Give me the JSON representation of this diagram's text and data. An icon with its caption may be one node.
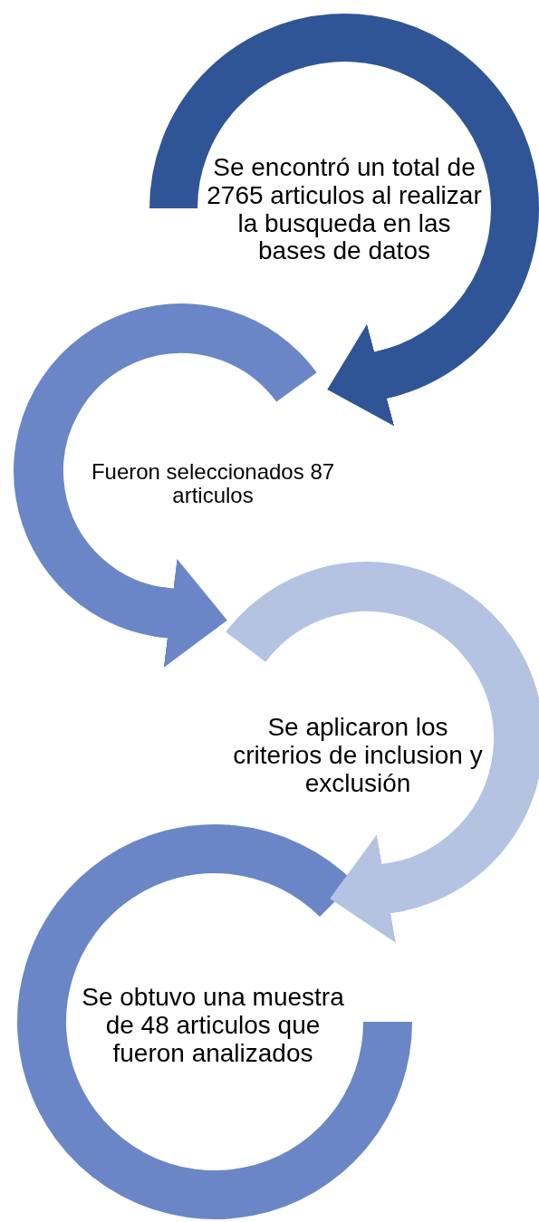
{
  "diagram": {
    "nodes": [
      {
        "text": [
          "Se encontró un total de 2765 articulos al realizar la busqueda en las bases de datos"
        ]
      },
      {
        "text": [
          "Fueron seleccionados 87 articulos"
        ]
      },
      {
        "text": [
          "Se aplicaron los criterios de inclusion y exclusión"
        ]
      },
      {
        "text": [
          "Se obtuvo una muestra de 48 articulos que fueron analizados"
        ]
      }
    ],
    "edges": [
      {
        "from": 0,
        "to": 1,
        "arrow": "to",
        "color": "#2f5597"
      },
      {
        "from": 1,
        "to": 2,
        "arrow": "to",
        "color": "#6a86c6"
      },
      {
        "from": 2,
        "to": 3,
        "arrow": "to",
        "color": "#b4c3e2"
      }
    ]
  }
}
